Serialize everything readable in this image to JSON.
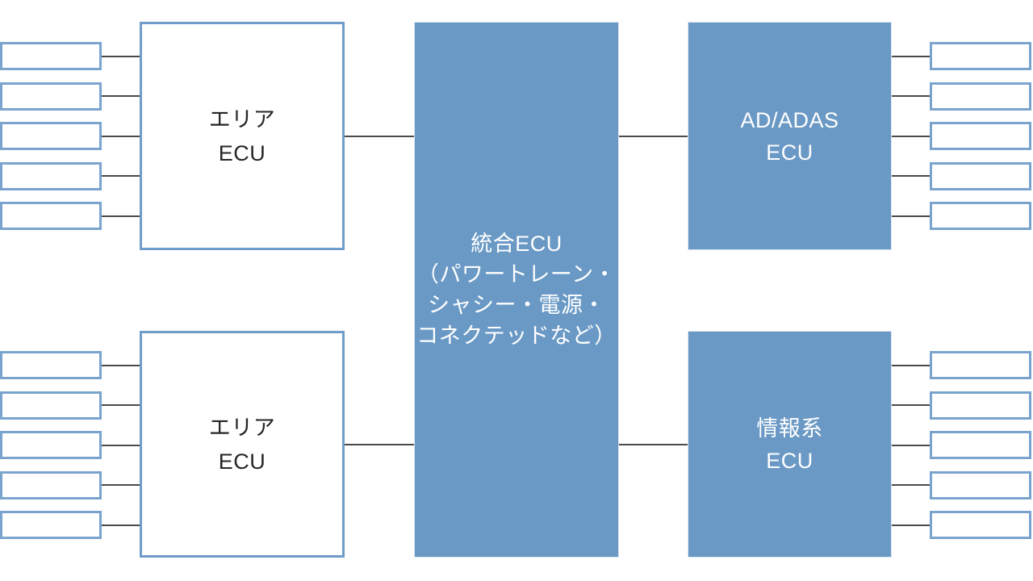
{
  "diagram_title": "",
  "nodes": {
    "area_ecu_top": {
      "label": "エリア\nECU"
    },
    "area_ecu_bottom": {
      "label": "エリア\nECU"
    },
    "integrated_ecu": {
      "label": "統合ECU\n（パワートレーン・\nシャシー・電源・\nコネクテッドなど）"
    },
    "ad_adas_ecu": {
      "label": "AD/ADAS\nECU"
    },
    "info_ecu": {
      "label": "情報系\nECU"
    }
  },
  "peripherals": {
    "left_top_count": 5,
    "left_bottom_count": 5,
    "right_top_count": 5,
    "right_bottom_count": 5,
    "label": ""
  },
  "colors": {
    "node_fill": "#6a99c5",
    "node_edge": "#dde7f2",
    "white_node_border": "#6f9cc8",
    "peripheral_border": "#7aa4ce",
    "connector": "#4a4a4a",
    "text_dark": "#262626",
    "text_light": "#ffffff",
    "background": "#ffffff"
  }
}
